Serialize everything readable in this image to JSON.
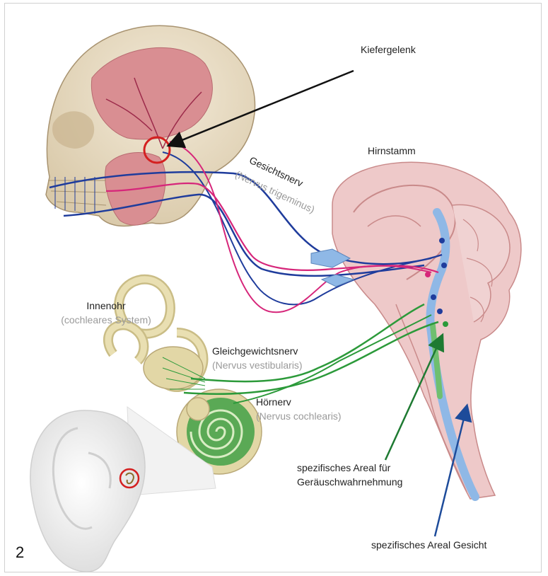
{
  "figure_number": "2",
  "labels": {
    "kiefergelenk": "Kiefergelenk",
    "hirnstamm": "Hirnstamm",
    "gesichtsnerv": "Gesichtsnerv",
    "gesichtsnerv_sub": "(Nervus trigeminus)",
    "innenohr": "Innenohr",
    "innenohr_sub": "(cochleares System)",
    "gleichgewichtsnerv": "Gleichgewichtsnerv",
    "gleichgewichtsnerv_sub": "(Nervus vestibularis)",
    "hoernerv": "Hörnerv",
    "hoernerv_sub": "(Nervus cochlearis)",
    "areal_geraeusch_1": "spezifisches Areal für",
    "areal_geraeusch_2": "Geräuschwahrnehmung",
    "areal_gesicht": "spezifisches Areal Gesicht"
  },
  "colors": {
    "nerve_blue": "#1f3c9c",
    "nerve_magenta": "#d6267a",
    "nerve_green": "#2c9a3a",
    "arrow_green": "#1e7a32",
    "arrow_blue": "#1d4b9a",
    "marker_red": "#d42020",
    "skull": "#e9dcc4",
    "muscle": "#d98e92",
    "brainstem": "#eec9c9",
    "ear": "#ededed",
    "inner_ear": "#e2d7a6"
  }
}
